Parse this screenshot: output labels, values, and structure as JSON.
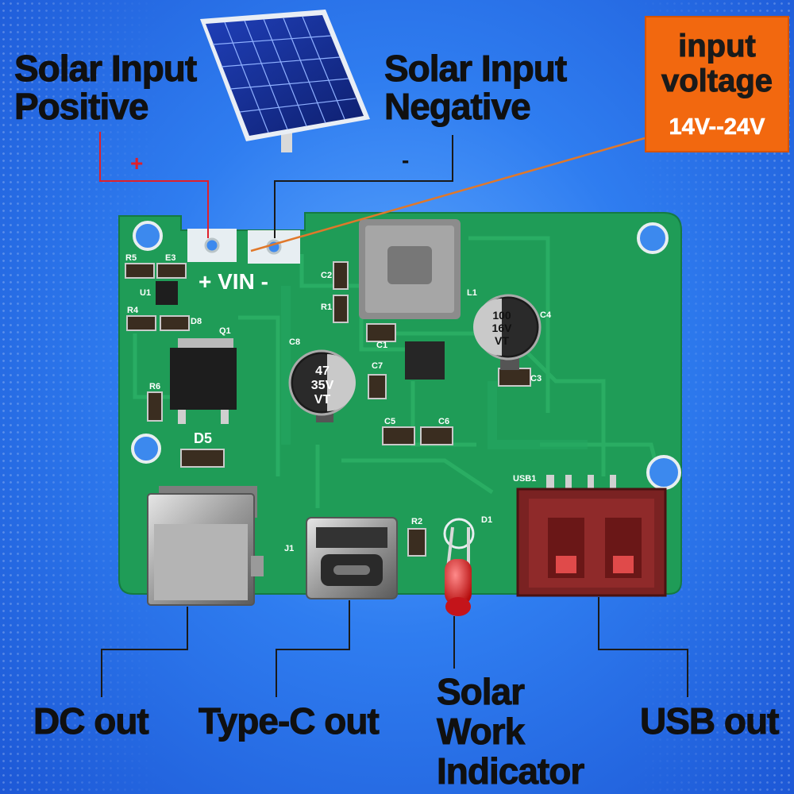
{
  "callouts": {
    "solar_positive": [
      "Solar Input",
      "Positive"
    ],
    "solar_negative": [
      "Solar Input",
      "Negative"
    ],
    "dc_out": "DC out",
    "typec_out": "Type-C out",
    "indicator": [
      "Solar",
      "Work",
      "Indicator"
    ],
    "usb_out": "USB out"
  },
  "voltage_box": {
    "title": [
      "input",
      "voltage"
    ],
    "range": "14V--24V"
  },
  "pin_signs": {
    "positive": "+",
    "negative": "-"
  },
  "board": {
    "vin_label": "+ VIN -",
    "cap_small": [
      "47",
      "35V",
      "VT"
    ],
    "cap_large": [
      "100",
      "16V",
      "VT"
    ],
    "silk": {
      "r5": "R5",
      "e3": "E3",
      "u1": "U1",
      "r4": "R4",
      "d8": "D8",
      "q1": "Q1",
      "r6": "R6",
      "d5": "D5",
      "c8": "C8",
      "c7": "C7",
      "c2": "C2",
      "r1": "R1",
      "c1": "C1",
      "l1": "L1",
      "c4": "C4",
      "c3": "C3",
      "c5": "C5",
      "c6": "C6",
      "r2": "R2",
      "d1": "D1",
      "j1": "J1",
      "usb1": "USB1"
    }
  },
  "colors": {
    "background": "#2f7df0",
    "board": "#1f9c57",
    "voltage_box": "#f2680f",
    "positive_wire": "#e0202a",
    "leader_line": "#e0782a"
  }
}
